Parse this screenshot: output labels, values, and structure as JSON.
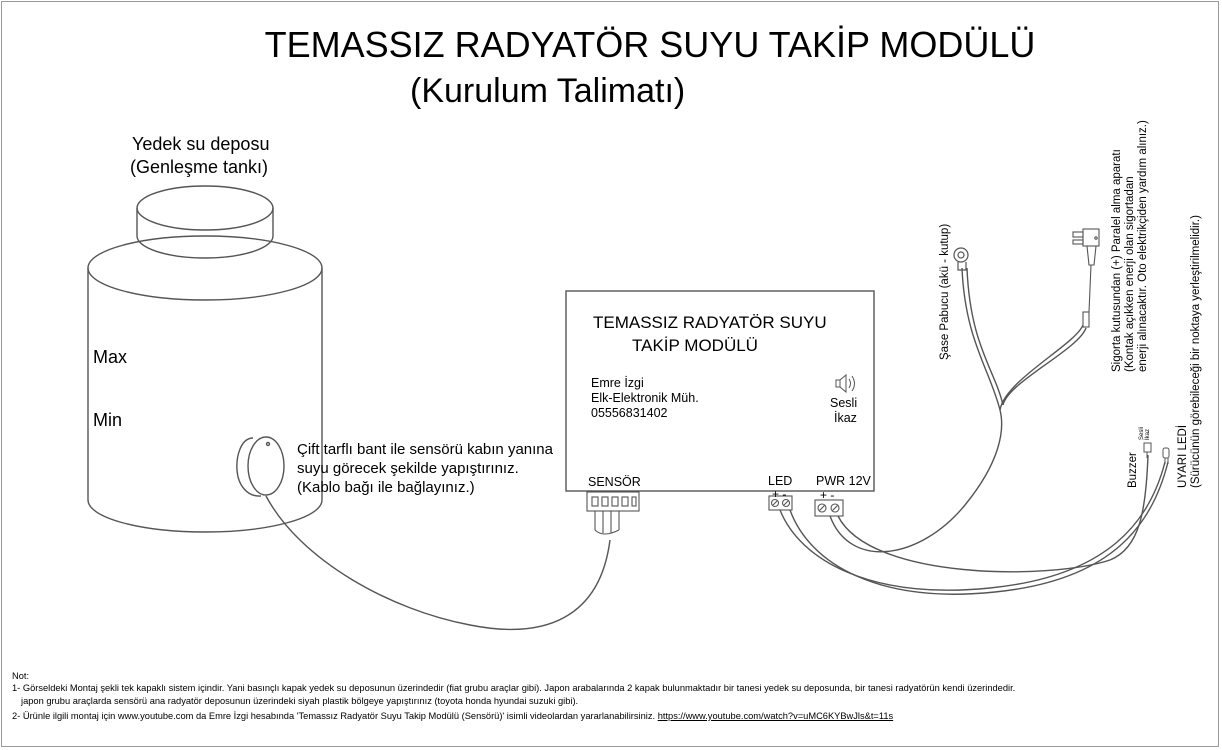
{
  "title": {
    "line1": "TEMASSIZ RADYATÖR SUYU TAKİP MODÜLÜ",
    "line2": "(Kurulum Talimatı)"
  },
  "tank": {
    "label_line1": "Yedek su deposu",
    "label_line2": "(Genleşme tankı)",
    "max_label": "Max",
    "min_label": "Min"
  },
  "sensor_note": {
    "line1": "Çift tarflı bant ile sensörü kabın yanına",
    "line2": "suyu görecek şekilde yapıştırınız.",
    "line3": "(Kablo bağı ile bağlayınız.)"
  },
  "module": {
    "title_line1": "TEMASSIZ RADYATÖR SUYU",
    "title_line2": "TAKİP MODÜLÜ",
    "info_line1": "Emre İzgi",
    "info_line2": "Elk-Elektronik Müh.",
    "info_line3": "05556831402",
    "speaker_label_line1": "Sesli",
    "speaker_label_line2": "İkaz",
    "sensor_port_label": "SENSÖR",
    "led_port_label": "LED",
    "led_polarity": "+ -",
    "pwr_port_label": "PWR 12V",
    "pwr_polarity": "+ -"
  },
  "ground_label": "Şase Pabucu (akü - kutup)",
  "fuse_label": {
    "line1": "Sigorta kutusundan (+) Paralel alma aparatı",
    "line2": "(Kontak açıkken enerji olan sigortadan",
    "line3": "enerji alınacaktır. Oto elektrikçiden yardım alınız.)"
  },
  "buzzer_label": "Buzzer",
  "buzzer_small_label_line1": "Sesli",
  "buzzer_small_label_line2": "İkaz",
  "warning_led_label": {
    "line1": "UYARI LEDİ",
    "line2": "(Sürücünün görebileceği bir noktaya yerleştirilmelidir.)"
  },
  "notes": {
    "header": "Not:",
    "note1_line1": "1- Görseldeki Montaj şekli tek kapaklı sistem içindir. Yani basınçlı kapak yedek su deposunun üzerindedir (fiat grubu araçlar gibi). Japon arabalarında 2 kapak bulunmaktadır bir tanesi yedek su deposunda, bir tanesi radyatörün kendi üzerindedir.",
    "note1_line2": "japon grubu araçlarda sensörü ana radyatör deposunun üzerindeki siyah plastik bölgeye yapıştırınız (toyota honda hyundai suzuki gibi).",
    "note2_text": "2- Ürünle ilgili montaj için www.youtube.com da Emre İzgi hesabında 'Temassız Radyatör Suyu Takip Modülü (Sensörü)' isimli videolardan yararlanabilirsiniz.",
    "note2_link": "https://www.youtube.com/watch?v=uMC6KYBwJls&t=11s"
  },
  "colors": {
    "line": "#555555",
    "text": "#000000",
    "background": "#ffffff"
  }
}
